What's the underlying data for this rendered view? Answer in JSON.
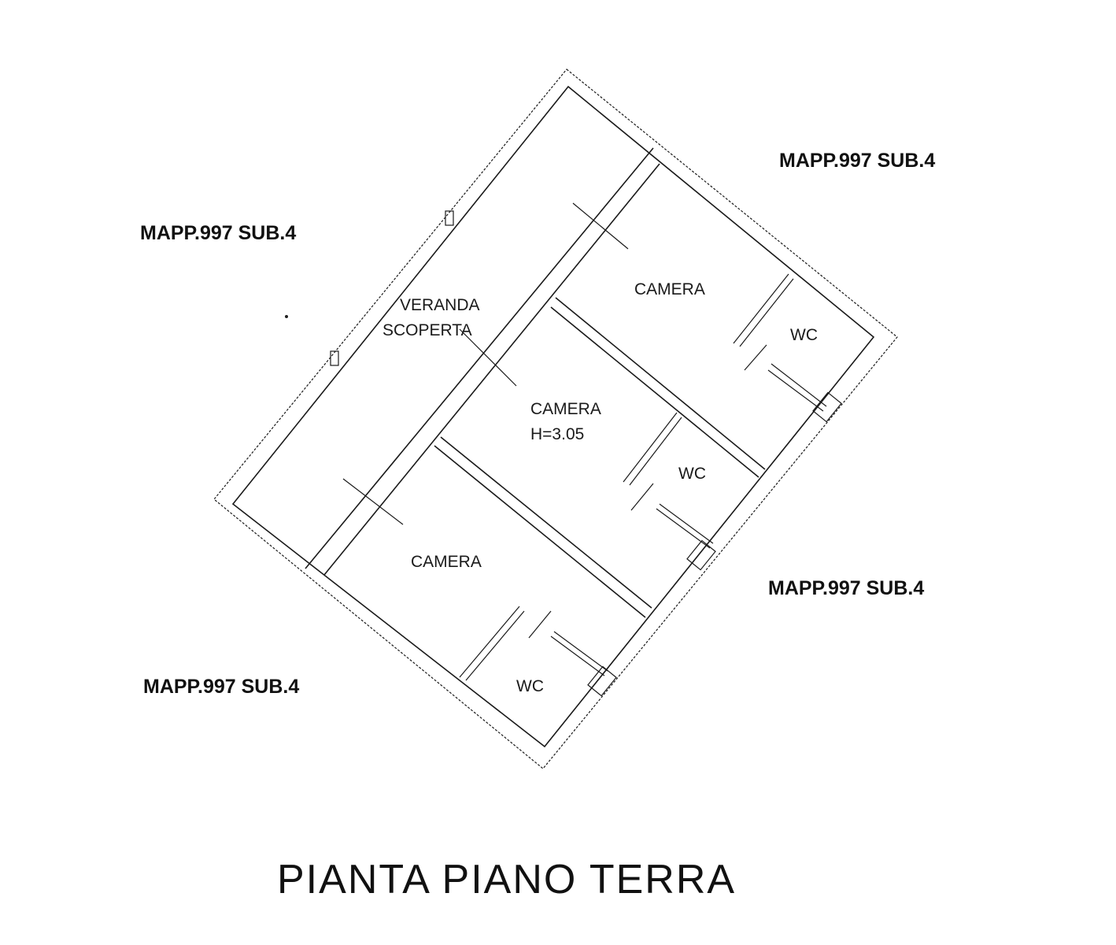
{
  "title": "PIANTA PIANO TERRA",
  "rooms": {
    "veranda_line1": "VERANDA",
    "veranda_line2": "SCOPERTA",
    "camera_top": "CAMERA",
    "wc_top": "WC",
    "camera_middle": "CAMERA",
    "height_middle": "H=3.05",
    "wc_middle": "WC",
    "camera_bottom": "CAMERA",
    "wc_bottom": "WC"
  },
  "neighbors": {
    "top_right": "MAPP.997 SUB.4",
    "left": "MAPP.997 SUB.4",
    "bottom_right": "MAPP.997 SUB.4",
    "bottom_left": "MAPP.997 SUB.4"
  }
}
